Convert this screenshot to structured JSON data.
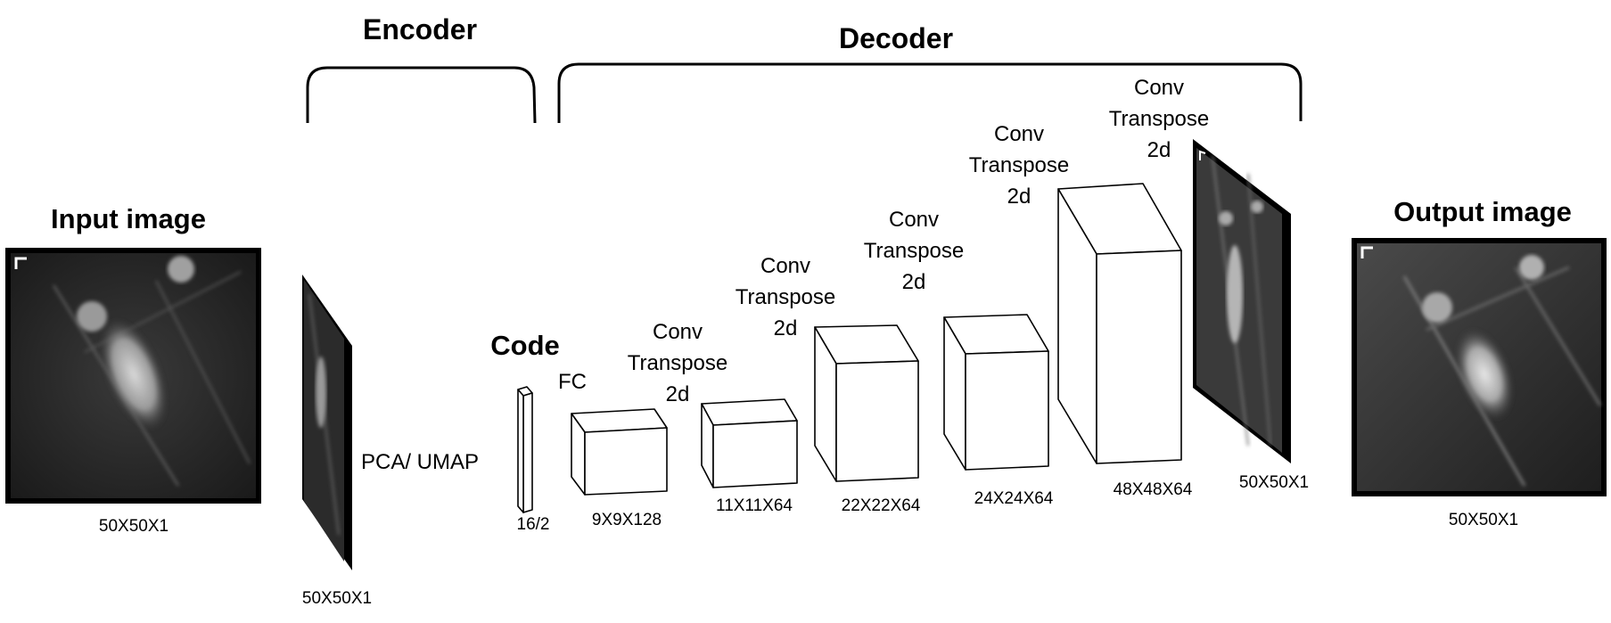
{
  "titles": {
    "encoder": "Encoder",
    "decoder": "Decoder",
    "input_image": "Input image",
    "output_image": "Output image",
    "code": "Code"
  },
  "labels": {
    "pca_umap": "PCA/ UMAP",
    "fc": "FC"
  },
  "dims": {
    "input": "50X50X1",
    "input_slab": "50X50X1",
    "code": "16/2",
    "l1": "9X9X128",
    "l2": "11X11X64",
    "l3": "22X22X64",
    "l4": "24X24X64",
    "l5": "48X48X64",
    "output_slab": "50X50X1",
    "output": "50X50X1"
  },
  "ops": [
    {
      "line1": "Conv",
      "line2": "Transpose",
      "line3": "2d"
    },
    {
      "line1": "Conv",
      "line2": "Transpose",
      "line3": "2d"
    },
    {
      "line1": "Conv",
      "line2": "Transpose",
      "line3": "2d"
    },
    {
      "line1": "Conv",
      "line2": "Transpose",
      "line3": "2d"
    },
    {
      "line1": "Conv",
      "line2": "Transpose",
      "line3": "2d"
    }
  ]
}
